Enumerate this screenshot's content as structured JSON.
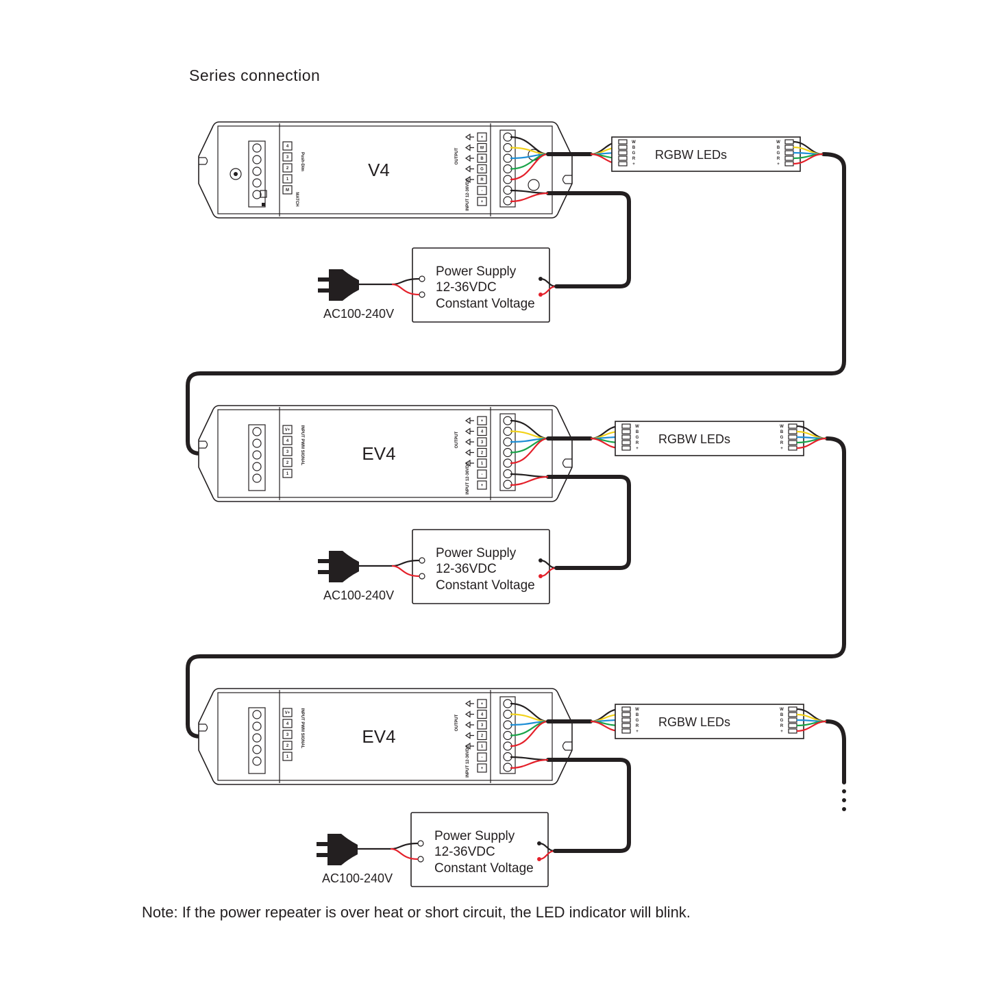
{
  "title": "Series connection",
  "note": "Note: If the power repeater is over heat or short circuit, the LED indicator will blink.",
  "colors": {
    "wire_black": "#231f20",
    "wire_red": "#e4202a",
    "wire_green": "#1aa44a",
    "wire_blue": "#1e8fd6",
    "wire_yellow": "#f2d21a"
  },
  "units": [
    {
      "model": "V4",
      "left_terminal_labels": [
        "4",
        "3",
        "2",
        "1",
        "M"
      ],
      "left_side_text": "Push-Dim",
      "match_text": "MATCH",
      "output_text": "OUTPUT",
      "input_text": "INPUT 12-36VDC",
      "output_labels": [
        "+",
        "W",
        "B",
        "G",
        "R"
      ],
      "input_labels": [
        "-",
        "+"
      ]
    },
    {
      "model": "EV4",
      "left_terminal_labels": [
        "V+",
        "4",
        "3",
        "2",
        "1"
      ],
      "left_side_text": "INPUT PWM SIGNAL",
      "output_text": "OUTPUT",
      "input_text": "INPUT 12-36VDC",
      "output_labels": [
        "+",
        "4",
        "3",
        "2",
        "1"
      ],
      "input_labels": [
        "-",
        "+"
      ]
    },
    {
      "model": "EV4",
      "left_terminal_labels": [
        "V+",
        "4",
        "3",
        "2",
        "1"
      ],
      "left_side_text": "INPUT PWM SIGNAL",
      "output_text": "OUTPUT",
      "input_text": "INPUT 12-36VDC",
      "output_labels": [
        "+",
        "4",
        "3",
        "2",
        "1"
      ],
      "input_labels": [
        "-",
        "+"
      ]
    }
  ],
  "power_supplies": [
    {
      "line1": "Power Supply",
      "line2": "12-36VDC",
      "line3": "Constant Voltage",
      "ac_label": "AC100-240V"
    },
    {
      "line1": "Power Supply",
      "line2": "12-36VDC",
      "line3": "Constant Voltage",
      "ac_label": "AC100-240V"
    },
    {
      "line1": "Power Supply",
      "line2": "12-36VDC",
      "line3": "Constant Voltage",
      "ac_label": "AC100-240V"
    }
  ],
  "led_strips": [
    {
      "label": "RGBW LEDs",
      "pins": [
        "W",
        "B",
        "G",
        "R",
        "+"
      ]
    },
    {
      "label": "RGBW LEDs",
      "pins": [
        "W",
        "B",
        "G",
        "R",
        "+"
      ]
    },
    {
      "label": "RGBW LEDs",
      "pins": [
        "W",
        "B",
        "G",
        "R",
        "+"
      ]
    }
  ]
}
